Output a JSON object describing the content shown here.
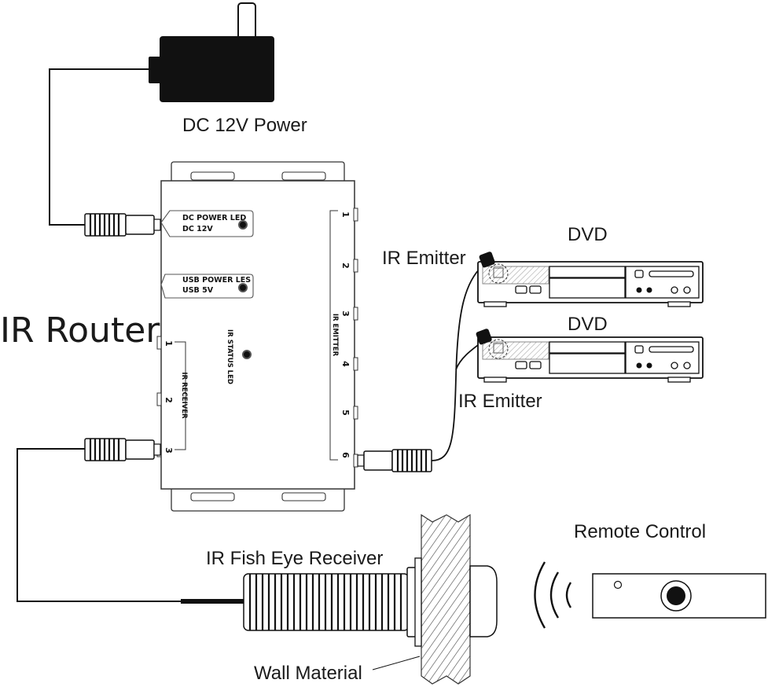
{
  "labels": {
    "power": "DC 12V Power",
    "router": "IR Router",
    "dvd_top": "DVD",
    "dvd_bottom": "DVD",
    "emitter_top": "IR Emitter",
    "emitter_bottom": "IR Emitter",
    "receiver": "IR Fish Eye Receiver",
    "remote": "Remote Control",
    "wall": "Wall Material"
  },
  "router_panel": {
    "dc_led_line1": "DC POWER LED",
    "dc_led_line2": "DC 12V",
    "usb_led_line1": "USB POWER LES",
    "usb_led_line2": "USB 5V",
    "status_led": "IR STATUS LED",
    "receiver_group": "IR RECEIVER",
    "emitter_group": "IR EMITTER",
    "receiver_ports": [
      "1",
      "2",
      "3"
    ],
    "emitter_ports": [
      "1",
      "2",
      "3",
      "4",
      "5",
      "6"
    ]
  }
}
